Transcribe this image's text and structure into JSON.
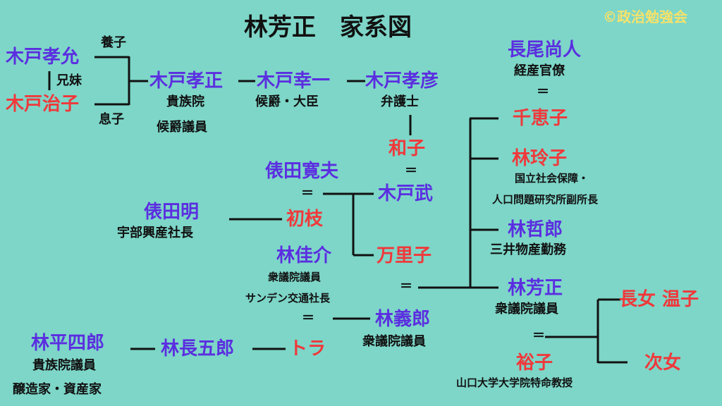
{
  "title": "林芳正　家系図",
  "credit": "©政治勉強会",
  "colors": {
    "background": "#7dd6c8",
    "male": "#5b2ee0",
    "female": "#f0383a",
    "text": "#111111",
    "credit": "#f6e26a"
  },
  "people": {
    "kido_takayoshi": {
      "name": "木戸孝允"
    },
    "kido_haruko": {
      "name": "木戸治子"
    },
    "kido_takamasa": {
      "name": "木戸孝正",
      "role1": "貴族院",
      "role2": "候爵議員"
    },
    "kido_koichi": {
      "name": "木戸幸一",
      "role": "候爵・大臣"
    },
    "kido_takahiko": {
      "name": "木戸孝彦",
      "role": "弁護士"
    },
    "kazuko": {
      "name": "和子"
    },
    "kido_takeshi": {
      "name": "木戸武"
    },
    "tawarada_hiroo": {
      "name": "俵田寛夫"
    },
    "hatsue": {
      "name": "初枝"
    },
    "tawarada_akira": {
      "name": "俵田明",
      "role": "宇部興産社長"
    },
    "mariko": {
      "name": "万里子"
    },
    "hayashi_yoshisuke": {
      "name": "林佳介",
      "role1": "衆議院議員",
      "role2": "サンデン交通社長"
    },
    "hayashi_yoshiro": {
      "name": "林義郎",
      "role": "衆議院議員"
    },
    "tora": {
      "name": "トラ"
    },
    "hayashi_heishiro": {
      "name": "林平四郎",
      "role1": "貴族院議員",
      "role2": "醸造家・資産家"
    },
    "hayashi_chogoro": {
      "name": "林長五郎"
    },
    "nagao_naoto": {
      "name": "長尾尚人",
      "role": "経産官僚"
    },
    "chieko": {
      "name": "千恵子"
    },
    "hayashi_reiko": {
      "name": "林玲子",
      "role1": "国立社会保障・",
      "role2": "人口問題研究所副所長"
    },
    "hayashi_tetsuro": {
      "name": "林哲郎",
      "role": "三井物産勤務"
    },
    "hayashi_yoshimasa": {
      "name": "林芳正",
      "role": "衆議院議員"
    },
    "yuko": {
      "name": "裕子",
      "role": "山口大学大学院特命教授"
    },
    "eldest_daughter": {
      "name": "長女 温子"
    },
    "second_daughter": {
      "name": "次女"
    }
  },
  "relations": {
    "adopted": "養子",
    "son": "息子",
    "siblings": "兄妹",
    "marriage_symbol": "＝"
  }
}
